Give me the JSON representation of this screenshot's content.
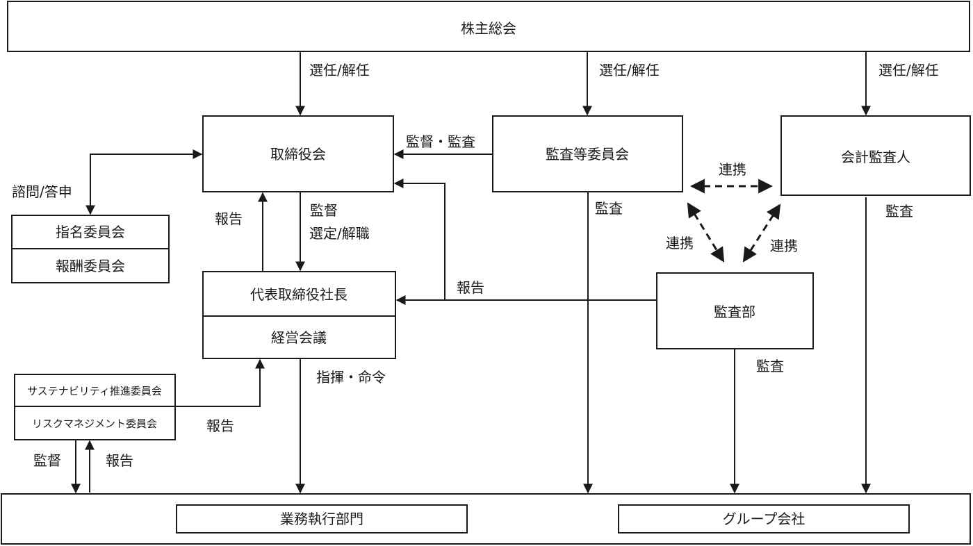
{
  "diagram": {
    "title": "コーポレート・ガバナンス体制図",
    "colors": {
      "stroke": "#1a1a1a",
      "background": "#ffffff"
    },
    "nodes": {
      "shareholders": "株主総会",
      "board": "取締役会",
      "audit_committee": "監査等委員会",
      "accounting_auditor": "会計監査人",
      "nomination_committee": "指名委員会",
      "remuneration_committee": "報酬委員会",
      "president": "代表取締役社長",
      "management_meeting": "経営会議",
      "audit_department": "監査部",
      "sustainability_committee": "サステナビリティ推進委員会",
      "risk_committee": "リスクマネジメント委員会",
      "business_divisions": "業務執行部門",
      "group_companies": "グループ会社"
    },
    "edge_labels": {
      "elect_board": "選任/解任",
      "elect_audit_committee": "選任/解任",
      "elect_accounting_auditor": "選任/解任",
      "supervise_audit": "監督・監査",
      "consult_answer": "諮問/答申",
      "report_president_to_board": "報告",
      "supervise": "監督",
      "appoint_dismiss": "選定/解職",
      "report_audit_dept_to_board": "報告",
      "coop_top": "連携",
      "coop_left": "連携",
      "coop_right": "連携",
      "audit_by_committee": "監査",
      "audit_by_accounting_auditor": "監査",
      "audit_by_department": "監査",
      "direct_command": "指揮・命令",
      "report_committees_to_president": "報告",
      "supervise_business": "監督",
      "report_business": "報告"
    }
  }
}
